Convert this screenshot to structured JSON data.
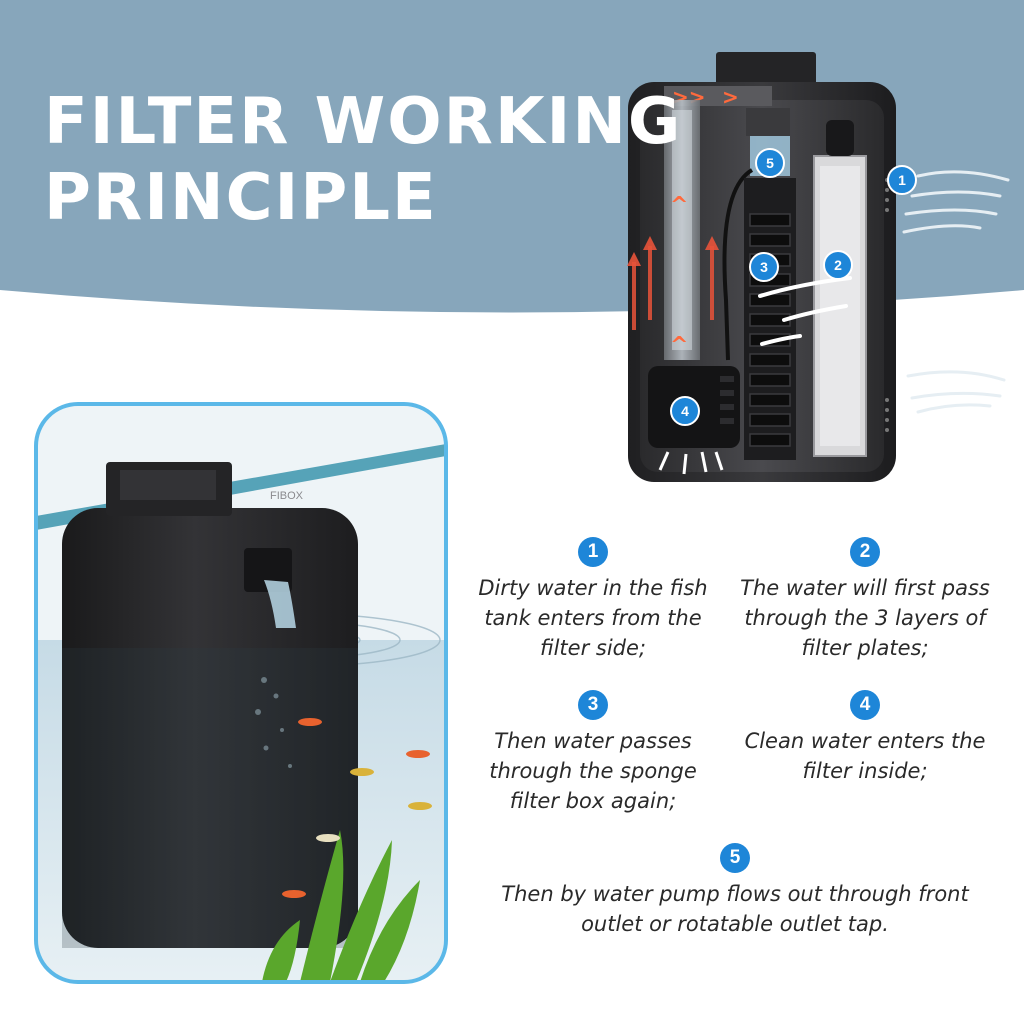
{
  "title": {
    "line1": "FILTER WORKING",
    "line2": "PRINCIPLE"
  },
  "diagram": {
    "callouts": [
      "1",
      "2",
      "3",
      "4",
      "5"
    ],
    "product_label": "FIBOX",
    "colors": {
      "header_bg": "#87a6bb",
      "badge_blue": "#1e86d8",
      "flow_arrow_up": "#e8533a",
      "filter_body": "#2c2c2e",
      "water": "#6fa6c0"
    }
  },
  "steps": [
    {
      "num": "1",
      "text": "Dirty water in the fish tank enters from the filter side;"
    },
    {
      "num": "2",
      "text": "The water will first pass through the 3 layers of filter plates;"
    },
    {
      "num": "3",
      "text": "Then water passes through the sponge filter box again;"
    },
    {
      "num": "4",
      "text": "Clean water enters the filter inside;"
    },
    {
      "num": "5",
      "text": "Then by water pump flows out through front outlet or rotatable outlet tap."
    }
  ]
}
